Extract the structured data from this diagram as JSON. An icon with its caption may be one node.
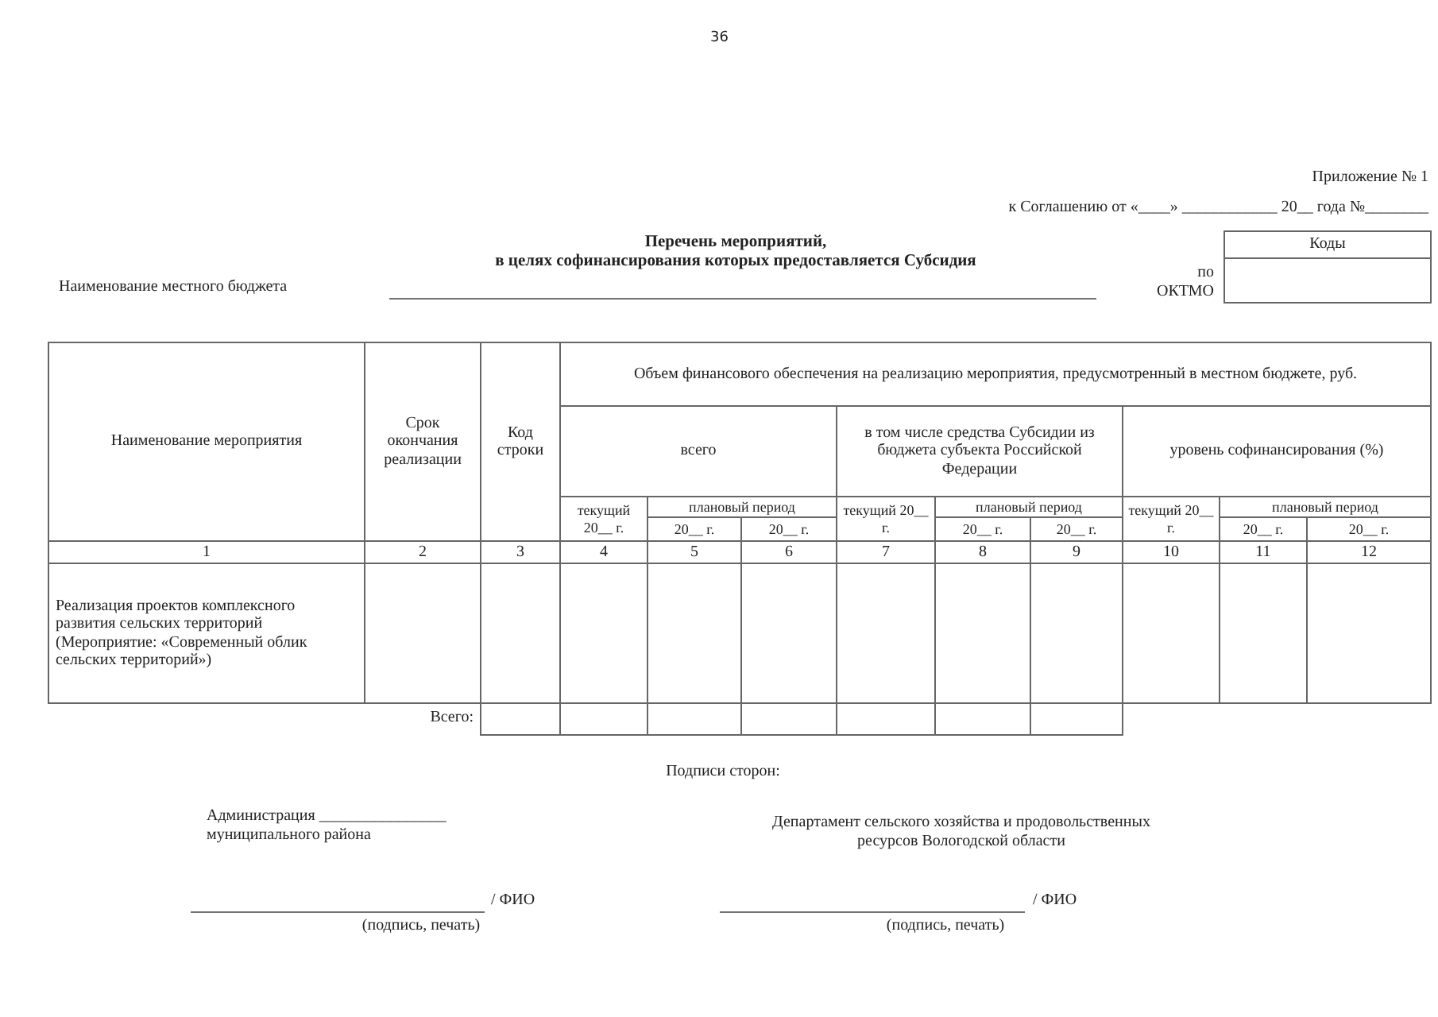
{
  "diagram": {
    "title": "Перечень мероприятий, в целях софинансирования которых предоставляется Субсидия",
    "labels": [
      "36",
      "Приложение № 1",
      "к Соглашению от «____» ____________ 20__ года №________",
      "Коды",
      "Наименование местного бюджета",
      "по ОКТМО",
      "Наименование мероприятия",
      "Срок окончания реализации",
      "Код строки",
      "Объем финансового обеспечения на реализацию мероприятия, предусмотренный в местном бюджете, руб.",
      "всего",
      "в том числе средства Субсидии из бюджета субъекта Российской Федерации",
      "уровень софинансирования (%)",
      "текущий 20__ г.",
      "плановый период",
      "текущий 20__ г.",
      "плановый период",
      "текущий 20__ г.",
      "плановый период",
      "20__ г.",
      "20__ г.",
      "20__ г.",
      "20__ г.",
      "20__ г.",
      "20__ г.",
      "1",
      "2",
      "3",
      "4",
      "5",
      "6",
      "7",
      "8",
      "9",
      "10",
      "11",
      "12",
      "Реализация проектов комплексного развития сельских территорий (Мероприятие: «Современный облик сельских территорий»)",
      "Всего:",
      "Подписи сторон:",
      "Администрация ________________ муниципального района",
      "Департамент сельского хозяйства и продовольственных ресурсов Вологодской области",
      "/ ФИО",
      "(подпись, печать)",
      "/ ФИО",
      "(подпись, печать)"
    ]
  }
}
